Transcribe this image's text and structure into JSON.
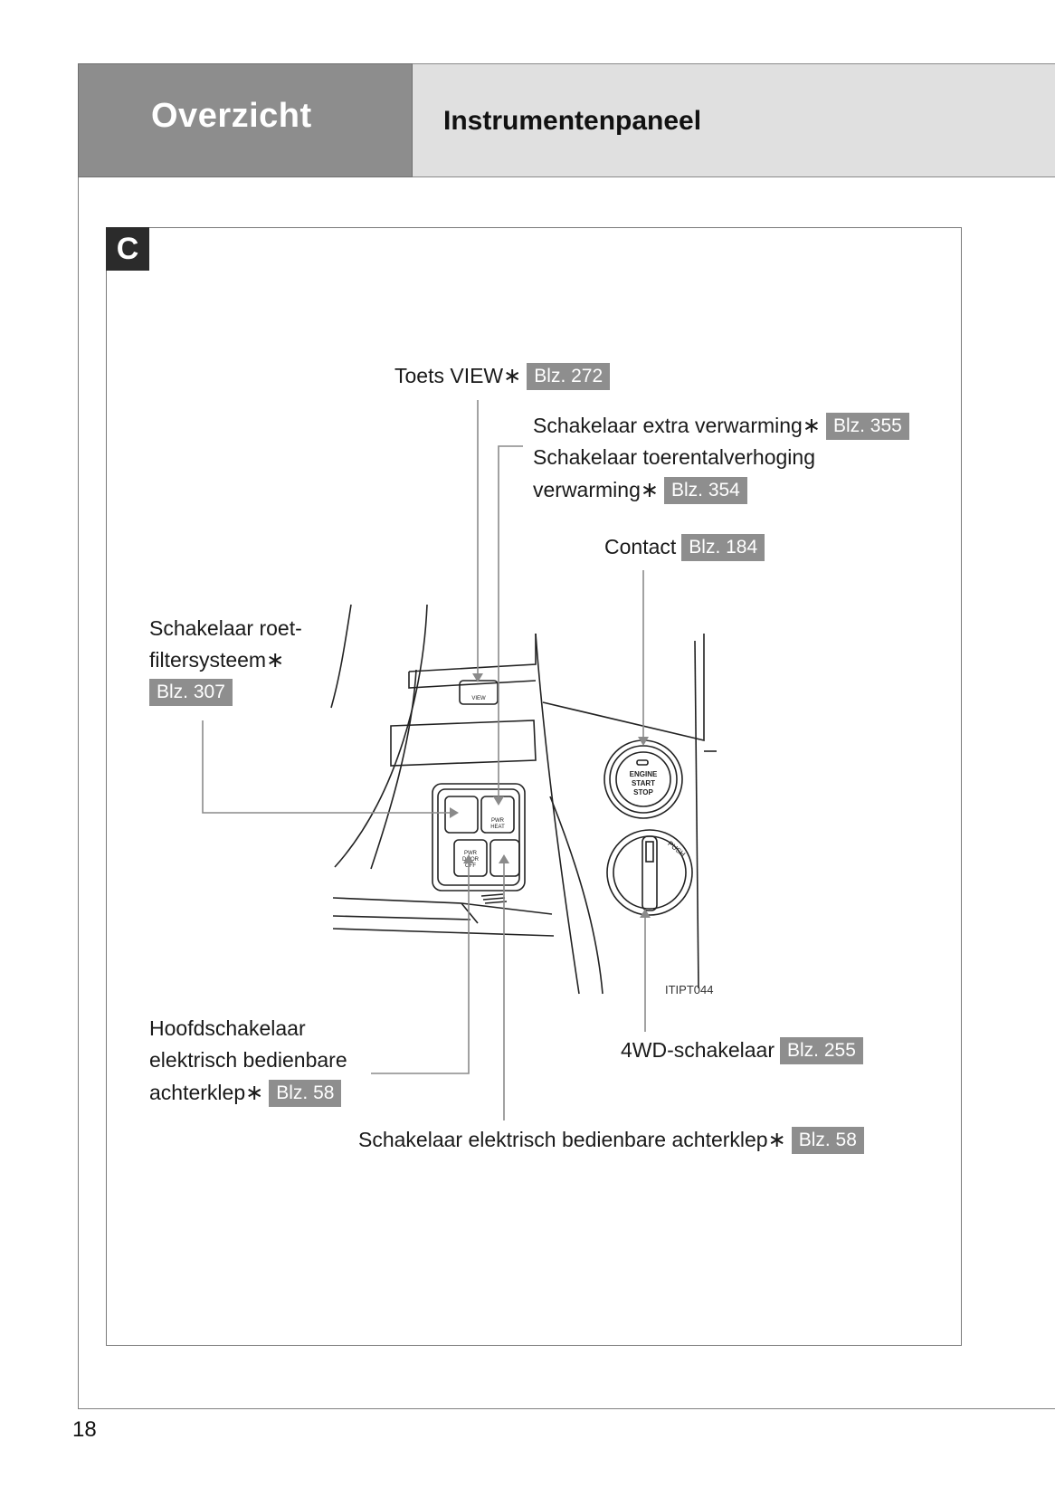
{
  "header": {
    "section_title": "Overzicht",
    "subtitle": "Instrumentenpaneel",
    "panel_letter": "C"
  },
  "callouts": {
    "view": {
      "text": "Toets VIEW",
      "star": "∗",
      "page": "Blz. 272"
    },
    "extra_heat": {
      "text": "Schakelaar extra verwarming",
      "star": "∗",
      "page": "Blz. 355"
    },
    "idle_up_line1": "Schakelaar toerentalverhoging",
    "idle_up_line2": {
      "text": "verwarming",
      "star": "∗",
      "page": "Blz. 354"
    },
    "contact": {
      "text": "Contact",
      "page": "Blz. 184"
    },
    "dpf_line1": "Schakelaar roet-",
    "dpf_line2": {
      "text": "filtersysteem",
      "star": "∗"
    },
    "dpf_page": "Blz. 307",
    "main_tailgate_line1": "Hoofdschakelaar",
    "main_tailgate_line2": "elektrisch bedienbare",
    "main_tailgate_line3": {
      "text": "achterklep",
      "star": "∗",
      "page": "Blz. 58"
    },
    "fourwd": {
      "text": "4WD-schakelaar",
      "page": "Blz. 255"
    },
    "tailgate": {
      "text": "Schakelaar elektrisch bedienbare achterklep",
      "star": "∗",
      "page": "Blz. 58"
    }
  },
  "illustration": {
    "code": "ITIPT044",
    "view_button": "VIEW",
    "engine_button": [
      "ENGINE",
      "START",
      "STOP"
    ],
    "pwr_heat": [
      "PWR",
      "HEAT"
    ],
    "pwr_door_off": [
      "PWR",
      "DOOR",
      "OFF"
    ],
    "push": "PUSH"
  },
  "footer": {
    "page_number": "18"
  }
}
